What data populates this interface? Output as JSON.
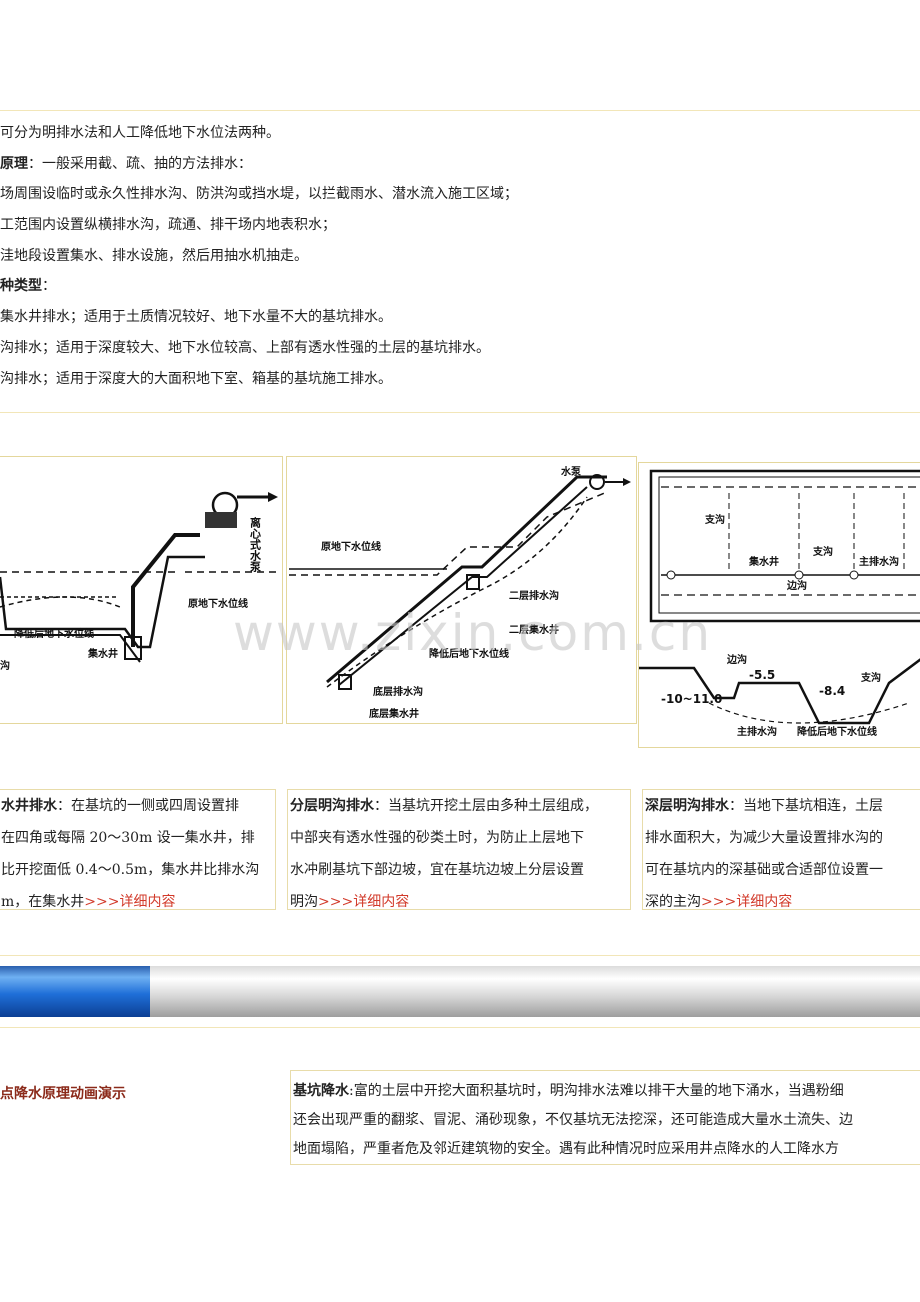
{
  "intro": {
    "line1": "可分为明排水法和人工降低地下水位法两种。",
    "line2_label": "原理",
    "line2_text": "：一般采用截、疏、抽的方法排水：",
    "line3": "场周围设临时或永久性排水沟、防洪沟或挡水堤，以拦截雨水、潜水流入施工区域；",
    "line4": "工范围内设置纵横排水沟，疏通、排干场内地表积水；",
    "line5": "洼地段设置集水、排水设施，然后用抽水机抽走。",
    "line6_label": "种类型",
    "line6_text": "：",
    "line7": "集水井排水；适用于土质情况较好、地下水量不大的基坑排水。",
    "line8": "沟排水；适用于深度较大、地下水位较高、上部有透水性强的土层的基坑排水。",
    "line9": "沟排水；适用于深度大的大面积地下室、箱基的基坑施工排水。"
  },
  "figures": {
    "fig1": {
      "pump_label": "离心式水泵",
      "orig_water": "原地下水位线",
      "lowered_water": "降低后地下水位线",
      "well": "集水井",
      "ditch": "沟"
    },
    "fig2": {
      "pump": "水泵",
      "orig_water": "原地下水位线",
      "ditch2": "二层排水沟",
      "well2": "二层集水井",
      "lowered_water": "降低后地下水位线",
      "bottom_ditch": "底层排水沟",
      "bottom_well": "底层集水井"
    },
    "fig3": {
      "branch": "支沟",
      "branch2": "支沟",
      "well": "集水井",
      "main_ditch": "主排水沟",
      "edge_ditch": "边沟",
      "edge_ditch2": "边沟",
      "lv1": "-5.5",
      "lv2": "-8.4",
      "lv3": "-10~11.0",
      "branch3": "支沟",
      "main_ditch2": "主排水沟",
      "lowered_water": "降低后地下水位线"
    },
    "watermark": "www.zixin.com.cn"
  },
  "cards": [
    {
      "label": "水井排水",
      "l1": "：在基坑的一侧或四周设置排",
      "l2": "在四角或每隔 20～30m 设一集水井，排",
      "l3": "比开挖面低 0.4～0.5m，集水井比排水沟",
      "l4": "m，在集水井",
      "more": ">>>详细内容"
    },
    {
      "label": "分层明沟排水",
      "l1": "：当基坑开挖土层由多种土层组成，",
      "l2": "中部夹有透水性强的砂类土时，为防止上层地下",
      "l3": "水冲刷基坑下部边坡，宜在基坑边坡上分层设置",
      "l4": "明沟",
      "more": ">>>详细内容"
    },
    {
      "label": "深层明沟排水",
      "l1": "：当地下基坑相连，土层",
      "l2": "排水面积大，为减少大量设置排水沟的",
      "l3": "可在基坑内的深基础或合适部位设置一",
      "l4": "深的主沟",
      "more": ">>>详细内容"
    }
  ],
  "animation_link": "点降水原理动画演示",
  "pit": {
    "label": "基坑降水",
    "l1": ":富的土层中开挖大面积基坑时，明沟排水法难以排干大量的地下涌水，当遇粉细",
    "l2": "还会出现严重的翻浆、冒泥、涌砂现象，不仅基坑无法挖深，还可能造成大量水土流失、边",
    "l3": "地面塌陷，严重者危及邻近建筑物的安全。遇有此种情况时应采用井点降水的人工降水方"
  }
}
